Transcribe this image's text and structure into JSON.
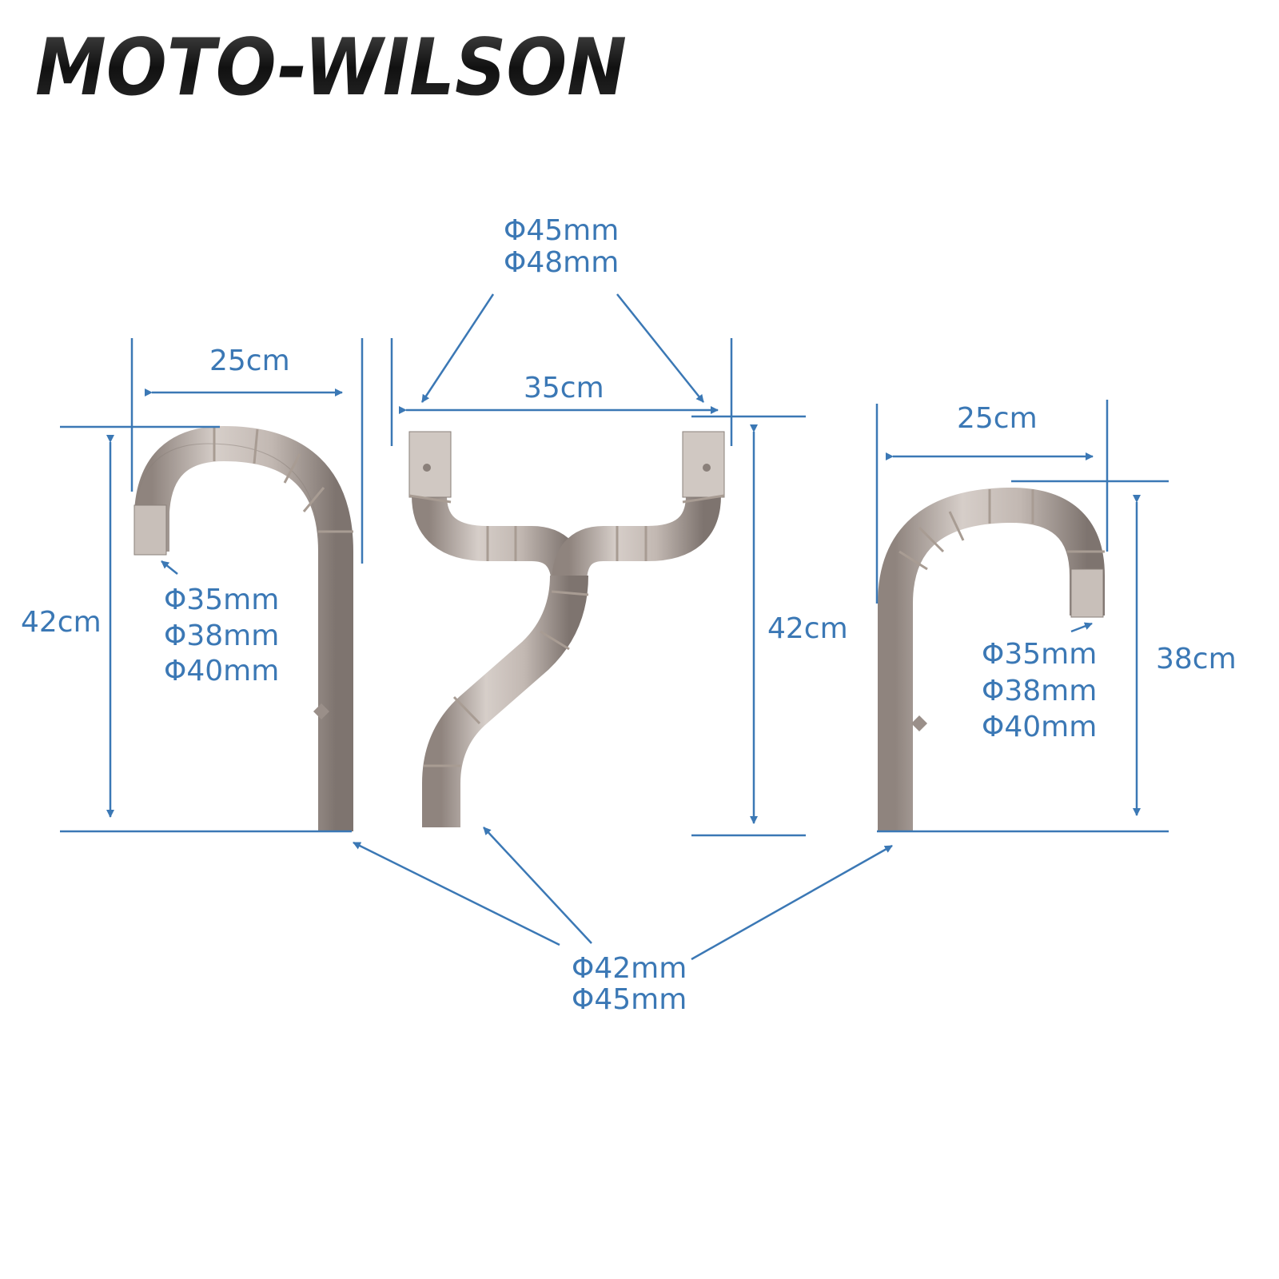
{
  "brand": {
    "logo_text": "MOTO-WILSON"
  },
  "colors": {
    "dimension_blue": "#3b78b5",
    "pipe_steel": "#b5aba5",
    "logo_dark": "#1c1c1c"
  },
  "left_pipe": {
    "width": "25cm",
    "height": "42cm",
    "inlet_sizes": [
      "Φ35mm",
      "Φ38mm",
      "Φ40mm"
    ]
  },
  "middle_pipe": {
    "top_sizes": [
      "Φ45mm",
      "Φ48mm"
    ],
    "width": "35cm",
    "height": "42cm"
  },
  "right_pipe": {
    "width": "25cm",
    "height": "38cm",
    "inlet_sizes": [
      "Φ35mm",
      "Φ38mm",
      "Φ40mm"
    ]
  },
  "outlet_sizes": [
    "Φ42mm",
    "Φ45mm"
  ]
}
